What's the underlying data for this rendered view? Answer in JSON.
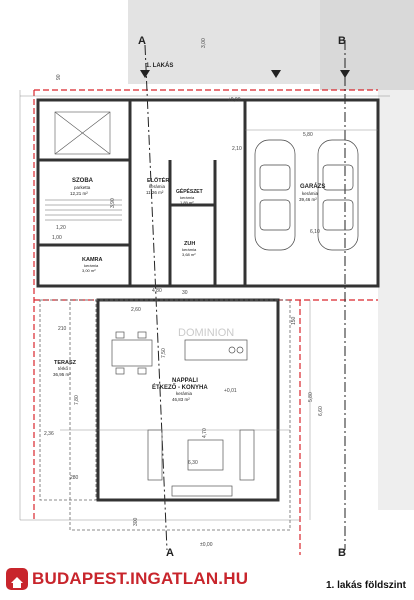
{
  "colors": {
    "wall": "#333333",
    "red": "#d9262c",
    "shade": "#dcdcdc",
    "line": "#555555",
    "logo": "#c8252c"
  },
  "sections": {
    "a_top": "A",
    "b_top": "B",
    "a_bottom": "A",
    "b_bottom": "B",
    "unit_label": "1. LAKÁS"
  },
  "rooms": {
    "szoba": {
      "name": "SZOBA",
      "floor": "parketta",
      "area": "12,21 m²"
    },
    "eloter": {
      "name": "ELŐTÉR",
      "floor": "kerámia",
      "area": "11,26 m²"
    },
    "gepeszet": {
      "name": "GÉPÉSZET",
      "floor": "kerámia",
      "area": "1,89 m²"
    },
    "garazs": {
      "name": "GARÁZS",
      "floor": "kerámia",
      "area": "39,46 m²"
    },
    "zuh": {
      "name": "ZUH",
      "floor": "kerámia",
      "area": "3,68 m²"
    },
    "kamra": {
      "name": "KAMRA",
      "floor": "kerámia",
      "area": "3,00 m²"
    },
    "terasz": {
      "name": "TERASZ",
      "floor": "térkő",
      "area": "36,95 m²"
    },
    "nappali": {
      "name": "NAPPALI",
      "subname": "ÉTKEZŐ - KONYHA",
      "floor": "kerámia",
      "area": "46,83 m²"
    }
  },
  "levels": {
    "main": "±0,00",
    "plus": "+0,01",
    "bottom": "±0,00"
  },
  "dims": {
    "d300": "3,00",
    "d580": "5,80",
    "d610": "6,10",
    "d480": "4,80",
    "d470": "4,70",
    "d630": "6,30",
    "d780": "7,80",
    "d260": "2,60",
    "d390": "3,90",
    "d210": "2,10",
    "d150": "150",
    "d90": "90",
    "d120": "1,20",
    "d100": "1,00",
    "d750": "7,50",
    "d660": "6,60",
    "d210b": "210",
    "d236": "2,36",
    "d280": "280",
    "d30": "30",
    "d580b": "5,80",
    "d300b": "300"
  },
  "watermark": "DOMINION",
  "footer": {
    "brand": "BUDAPEST.INGATLAN.HU",
    "caption": "1. lakás földszint"
  }
}
